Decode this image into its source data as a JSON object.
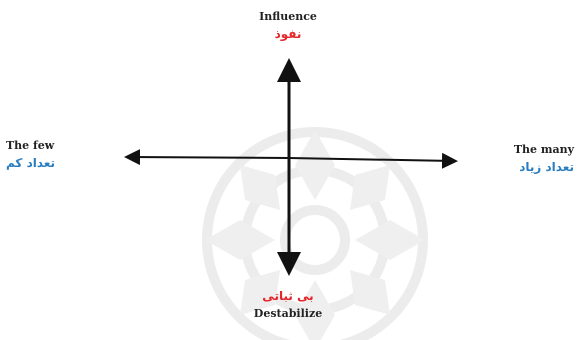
{
  "diagram": {
    "axes": {
      "vertical": {
        "top_en": "Influence",
        "top_fa": "نفوذ",
        "bottom_en": "Destabilize",
        "bottom_fa": "بی ثباتی"
      },
      "horizontal": {
        "left_en": "The few",
        "left_fa": "تعداد کم",
        "right_en": "The many",
        "right_fa": "تعداد زیاد"
      }
    },
    "colors": {
      "persian_top_bottom": "#e4262b",
      "persian_left_right": "#2a7ec0",
      "english": "#222222",
      "axis": "#111111",
      "watermark": "#eeeeee"
    }
  }
}
